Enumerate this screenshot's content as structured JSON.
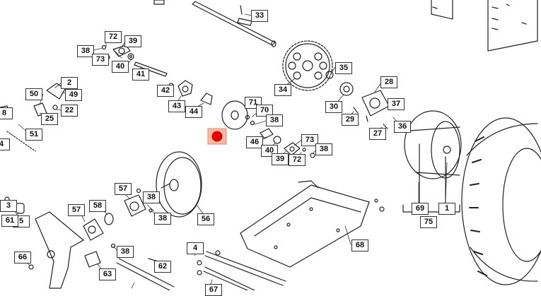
{
  "diagram": {
    "labels": [
      {
        "id": "c33",
        "text": "33"
      },
      {
        "id": "c72a",
        "text": "72"
      },
      {
        "id": "c39a",
        "text": "39"
      },
      {
        "id": "c38a",
        "text": "38"
      },
      {
        "id": "c73a",
        "text": "73"
      },
      {
        "id": "c40a",
        "text": "40"
      },
      {
        "id": "c41",
        "text": "41"
      },
      {
        "id": "c2",
        "text": "2"
      },
      {
        "id": "c49",
        "text": "49"
      },
      {
        "id": "c50",
        "text": "50"
      },
      {
        "id": "c22",
        "text": "22"
      },
      {
        "id": "c25",
        "text": "25"
      },
      {
        "id": "c8",
        "text": "8"
      },
      {
        "id": "c51",
        "text": "51"
      },
      {
        "id": "c4a",
        "text": "4"
      },
      {
        "id": "c42",
        "text": "42"
      },
      {
        "id": "c43",
        "text": "43"
      },
      {
        "id": "c44",
        "text": "44"
      },
      {
        "id": "c71",
        "text": "71"
      },
      {
        "id": "c70",
        "text": "70"
      },
      {
        "id": "c38b",
        "text": "38"
      },
      {
        "id": "c34",
        "text": "34"
      },
      {
        "id": "c35",
        "text": "35"
      },
      {
        "id": "c28",
        "text": "28"
      },
      {
        "id": "c30",
        "text": "30"
      },
      {
        "id": "c29",
        "text": "29"
      },
      {
        "id": "c37",
        "text": "37"
      },
      {
        "id": "c27",
        "text": "27"
      },
      {
        "id": "c36",
        "text": "36"
      },
      {
        "id": "c46",
        "text": "46"
      },
      {
        "id": "c40b",
        "text": "40"
      },
      {
        "id": "c39b",
        "text": "39"
      },
      {
        "id": "c73b",
        "text": "73"
      },
      {
        "id": "c72b",
        "text": "72"
      },
      {
        "id": "c38c",
        "text": "38"
      },
      {
        "id": "c69",
        "text": "69"
      },
      {
        "id": "c1",
        "text": "1"
      },
      {
        "id": "c75",
        "text": "75"
      },
      {
        "id": "c3",
        "text": "3"
      },
      {
        "id": "c57a",
        "text": "57"
      },
      {
        "id": "c58",
        "text": "58"
      },
      {
        "id": "c57b",
        "text": "57"
      },
      {
        "id": "c38d",
        "text": "38"
      },
      {
        "id": "c38e",
        "text": "38"
      },
      {
        "id": "c56",
        "text": "56"
      },
      {
        "id": "c5",
        "text": "5"
      },
      {
        "id": "c61",
        "text": "61"
      },
      {
        "id": "c68",
        "text": "68"
      },
      {
        "id": "c66",
        "text": "66"
      },
      {
        "id": "c38f",
        "text": "38"
      },
      {
        "id": "c63",
        "text": "63"
      },
      {
        "id": "c62",
        "text": "62"
      },
      {
        "id": "c4b",
        "text": "4"
      },
      {
        "id": "c67",
        "text": "67"
      }
    ],
    "hotspot_color": "#e00000",
    "line_color": "#222222"
  }
}
